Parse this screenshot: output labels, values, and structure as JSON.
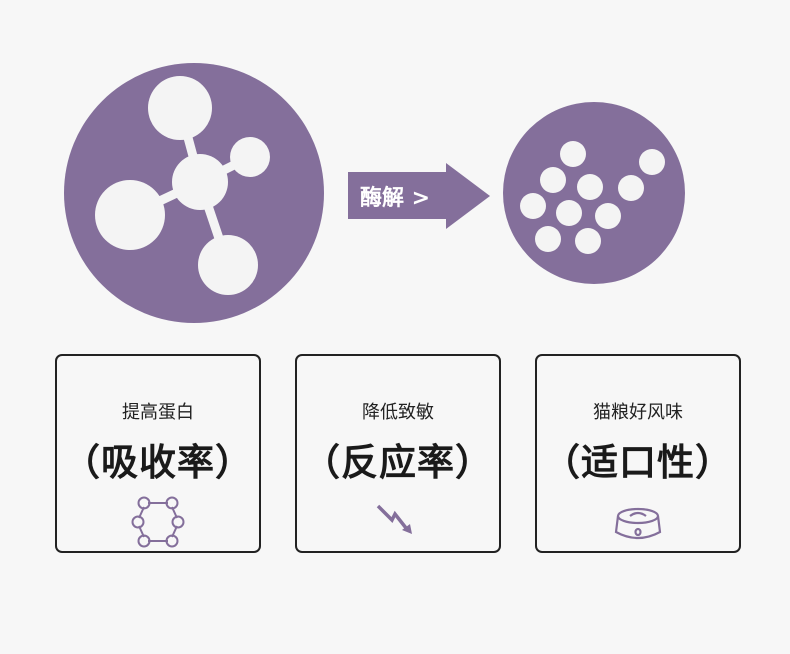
{
  "colors": {
    "purple": "#846f9b",
    "border": "#222222"
  },
  "arrow": {
    "label": "酶解 >"
  },
  "cards": [
    {
      "subtitle": "提高蛋白",
      "title": "（吸收率）",
      "icon": "molecule-ring-icon"
    },
    {
      "subtitle": "降低致敏",
      "title": "（反应率）",
      "icon": "trend-down-icon"
    },
    {
      "subtitle": "猫粮好风味",
      "title": "（适口性）",
      "icon": "pet-bowl-icon"
    }
  ]
}
